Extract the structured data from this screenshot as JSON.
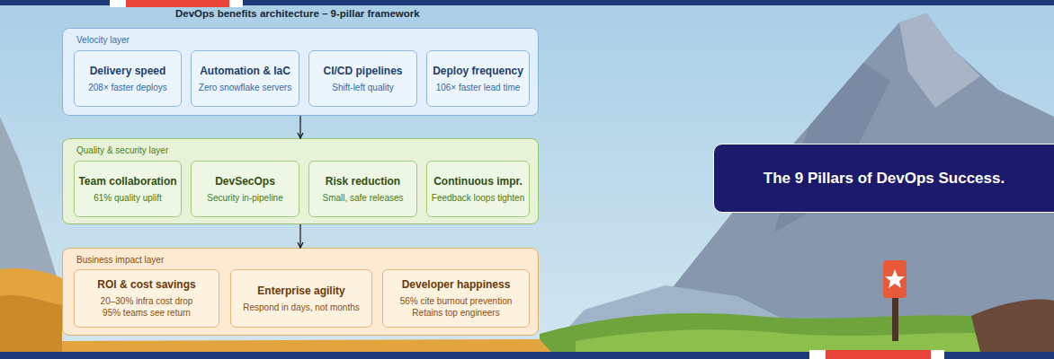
{
  "diagram": {
    "title": "DevOps benefits architecture – 9-pillar framework",
    "nodes": [
      {
        "text": [
          "Velocity layer"
        ]
      },
      {
        "text": [
          "Delivery speed",
          "208× faster deploys"
        ],
        "in": 0
      },
      {
        "text": [
          "Automation & IaC",
          "Zero snowflake servers"
        ],
        "in": 0
      },
      {
        "text": [
          "CI/CD pipelines",
          "Shift-left quality"
        ],
        "in": 0
      },
      {
        "text": [
          "Deploy frequency",
          "106× faster lead time"
        ],
        "in": 0
      },
      {
        "text": [
          "Quality & security layer"
        ]
      },
      {
        "text": [
          "Team collaboration",
          "61% quality uplift"
        ],
        "in": 5
      },
      {
        "text": [
          "DevSecOps",
          "Security in-pipeline"
        ],
        "in": 5
      },
      {
        "text": [
          "Risk reduction",
          "Small, safe releases"
        ],
        "in": 5
      },
      {
        "text": [
          "Continuous impr.",
          "Feedback loops tighten"
        ],
        "in": 5
      },
      {
        "text": [
          "Business impact layer"
        ]
      },
      {
        "text": [
          "ROI & cost savings",
          "20–30% infra cost drop",
          "95% teams see return"
        ],
        "in": 10
      },
      {
        "text": [
          "Enterprise agility",
          "Respond in days, not months"
        ],
        "in": 10
      },
      {
        "text": [
          "Developer happiness",
          "56% cite burnout prevention",
          "Retains top engineers"
        ],
        "in": 10
      },
      {
        "text": [
          "The 9 Pillars of DevOps Success."
        ]
      }
    ],
    "edges": [
      {
        "from": 0,
        "to": 5,
        "arrow": "to"
      },
      {
        "from": 5,
        "to": 10,
        "arrow": "to"
      }
    ]
  }
}
